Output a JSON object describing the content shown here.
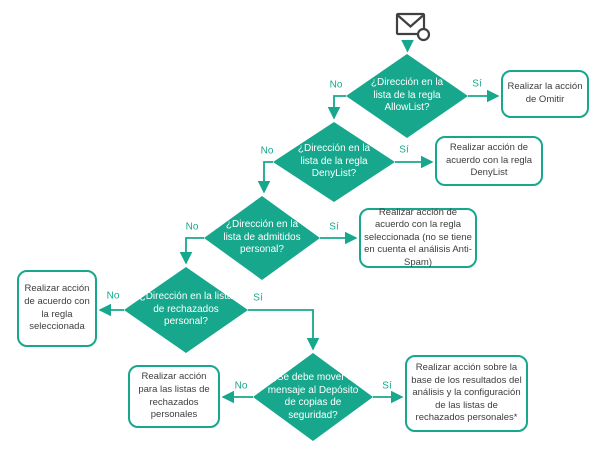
{
  "colors": {
    "accent": "#17a78c",
    "text": "#3d3d3d",
    "icon": "#404040",
    "background": "#ffffff"
  },
  "branch_labels": {
    "yes": "Sí",
    "no": "No"
  },
  "start": {
    "icon": "email-message-icon"
  },
  "decisions": [
    {
      "text": "¿Dirección en la lista de la regla AllowList?"
    },
    {
      "text": "¿Dirección en la lista de la regla DenyList?"
    },
    {
      "text": "¿Dirección en la lista de admitidos personal?"
    },
    {
      "text": "¿Dirección en la lista de rechazados personal?"
    },
    {
      "text": "¿Se debe mover el mensaje al Depósito de copias de seguridad?"
    }
  ],
  "actions": [
    {
      "text": "Realizar la acción de Omitir"
    },
    {
      "text": "Realizar acción de acuerdo con la regla DenyList"
    },
    {
      "text": "Realizar acción de acuerdo con la regla seleccionada (no se tiene en cuenta el análisis Anti-Spam)"
    },
    {
      "text": "Realizar acción de acuerdo con la regla seleccionada"
    },
    {
      "text": "Realizar acción para las listas de rechazados personales"
    },
    {
      "text": "Realizar acción sobre la base de los resultados del análisis y la configuración de las listas de rechazados personales*"
    }
  ]
}
